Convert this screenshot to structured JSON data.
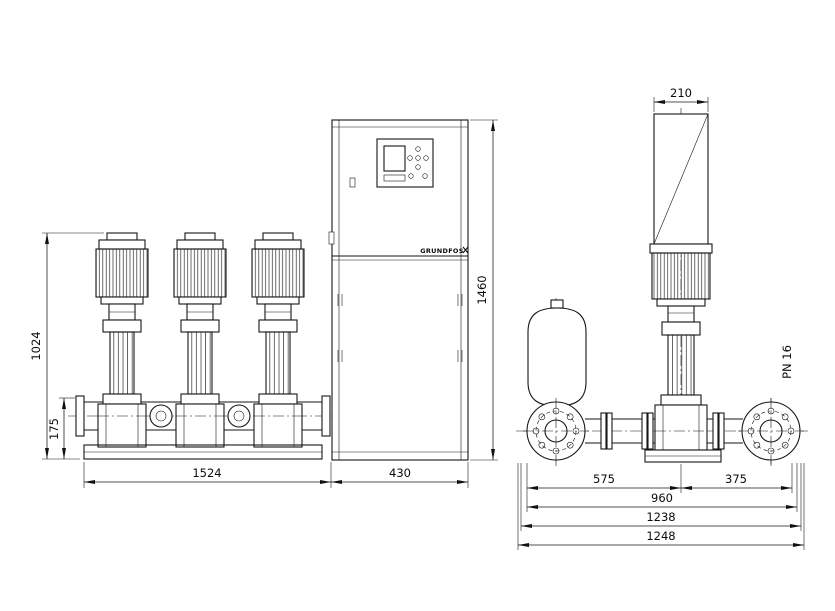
{
  "front_view": {
    "dimensions": {
      "pump_height": "1024",
      "base_height": "175",
      "base_width": "1524",
      "cabinet_width": "430",
      "cabinet_height": "1460"
    },
    "cabinet": {
      "brand": "GRUNDFOS"
    }
  },
  "side_view": {
    "dimensions": {
      "top_width": "210",
      "left_span": "575",
      "right_span": "375",
      "port_span": "960",
      "inner_depth": "1238",
      "overall_depth": "1248"
    },
    "flange_rating": "PN 16"
  }
}
